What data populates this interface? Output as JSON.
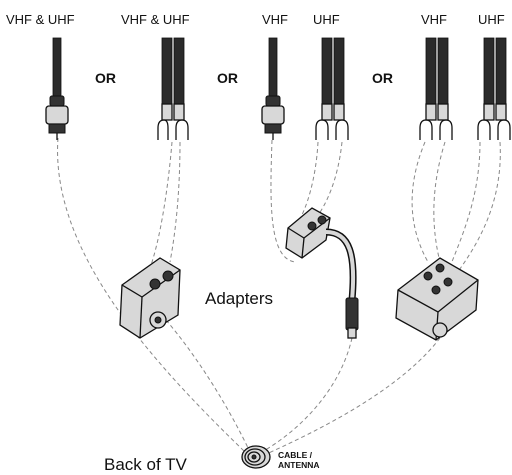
{
  "labels": {
    "vhf_uhf_1": "VHF & UHF",
    "vhf_uhf_2": "VHF & UHF",
    "vhf_3": "VHF",
    "uhf_3": "UHF",
    "vhf_4": "VHF",
    "uhf_4": "UHF",
    "or_1": "OR",
    "or_2": "OR",
    "or_3": "OR",
    "adapters": "Adapters",
    "back_of_tv": "Back of TV",
    "cable_line1": "CABLE /",
    "cable_line2": "ANTENNA"
  }
}
